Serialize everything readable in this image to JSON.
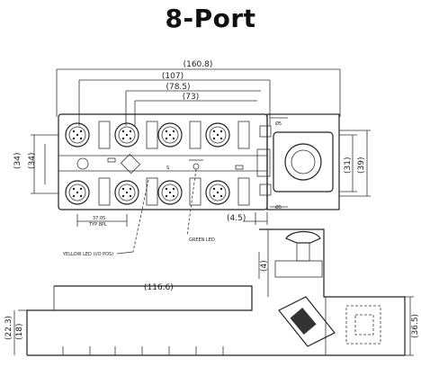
{
  "title": "8-Port",
  "dimensions": {
    "overall_width": "(160.8)",
    "d1": "(107)",
    "d2": "(78.5)",
    "d3": "(73)",
    "height_outer": "(34)",
    "height_inner": "(34)",
    "right_inner": "(31)",
    "right_outer": "(39)",
    "depth": "(4.5)",
    "pitch": "(4)",
    "side_length": "(116.6)",
    "side_height_left_outer": "(22.3)",
    "side_height_left_inner": "(18)",
    "side_height_right": "(36.5)",
    "pitch_small_top": "37.05",
    "pitch_small_bot": "TYP 8PL"
  },
  "callouts": {
    "yellow_led": "YELLOW LED (I/O POS)",
    "green_led": "GREEN LED"
  },
  "icons": {
    "front_view": "m12-connector-port-icon",
    "side_view": "housing-side-view-icon"
  }
}
